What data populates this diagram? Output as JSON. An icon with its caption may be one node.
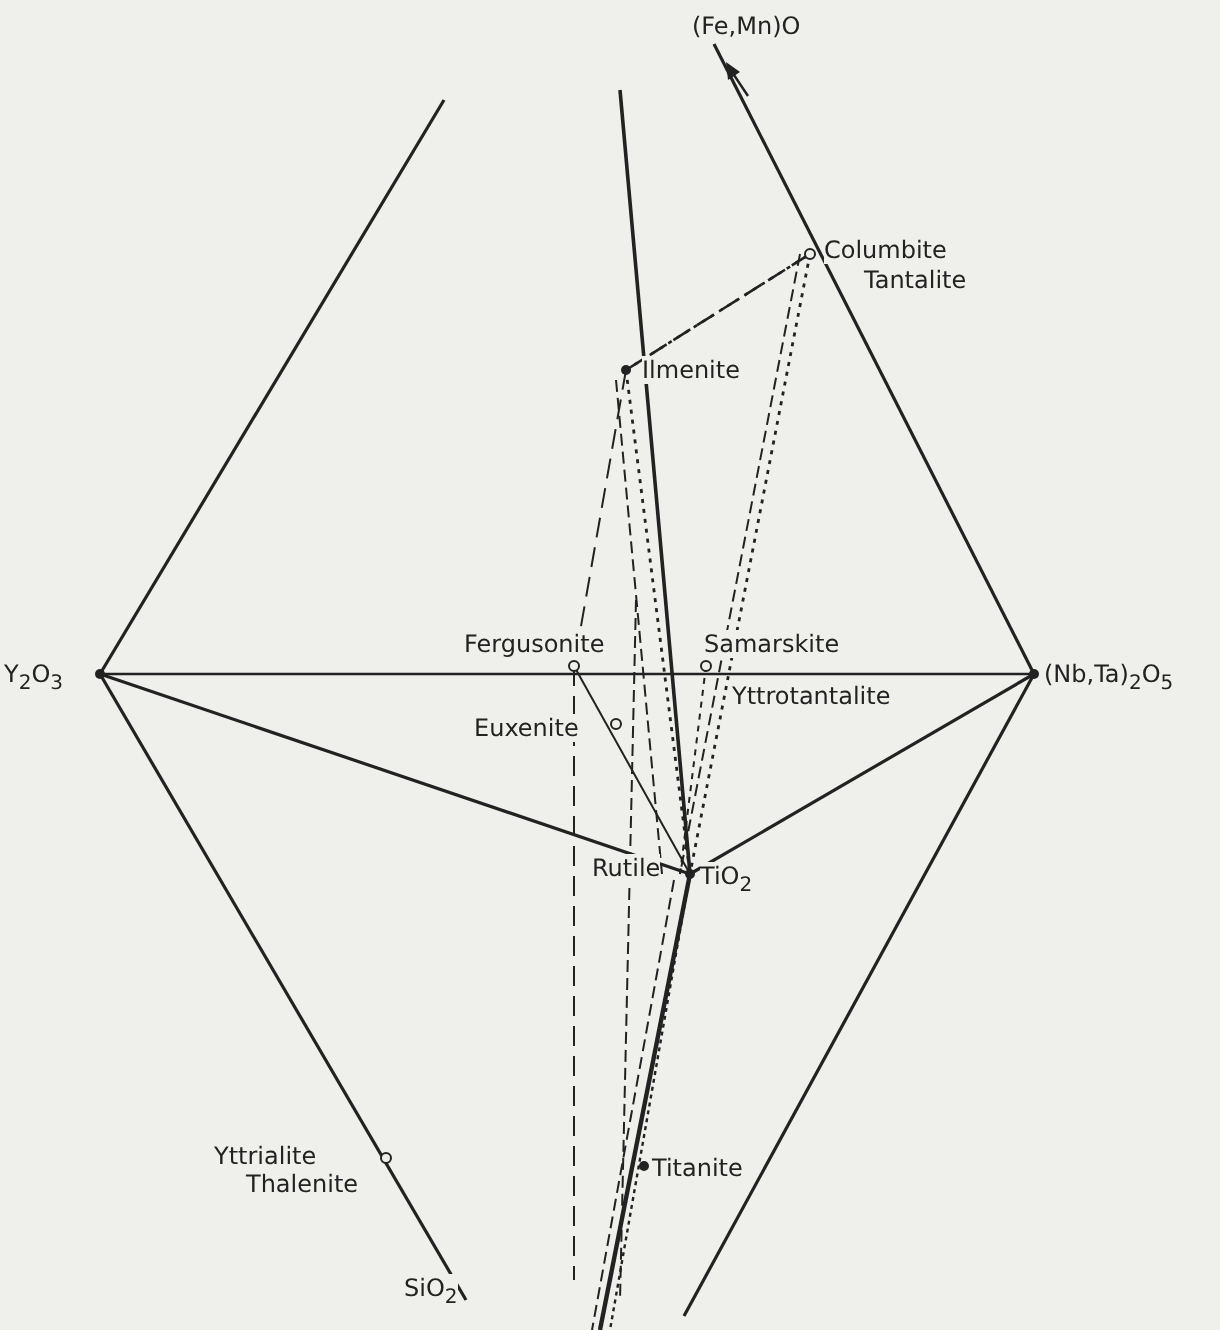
{
  "diagram": {
    "labels": [
      "(Fe,Mn)O",
      "Columbite",
      "Tantalite",
      "Ilmenite",
      "Y$_{2}$O$_{3}$",
      "Fergusonite",
      "Samarskite",
      "(Nb,Ta)$_{2}$O$_{5}$",
      "Yttrotantalite",
      "Euxenite",
      "Rutile",
      "TiO$_{2}$",
      "Yttrialite",
      "Thalenite",
      "Titanite",
      "SiO$_{2}$"
    ]
  }
}
